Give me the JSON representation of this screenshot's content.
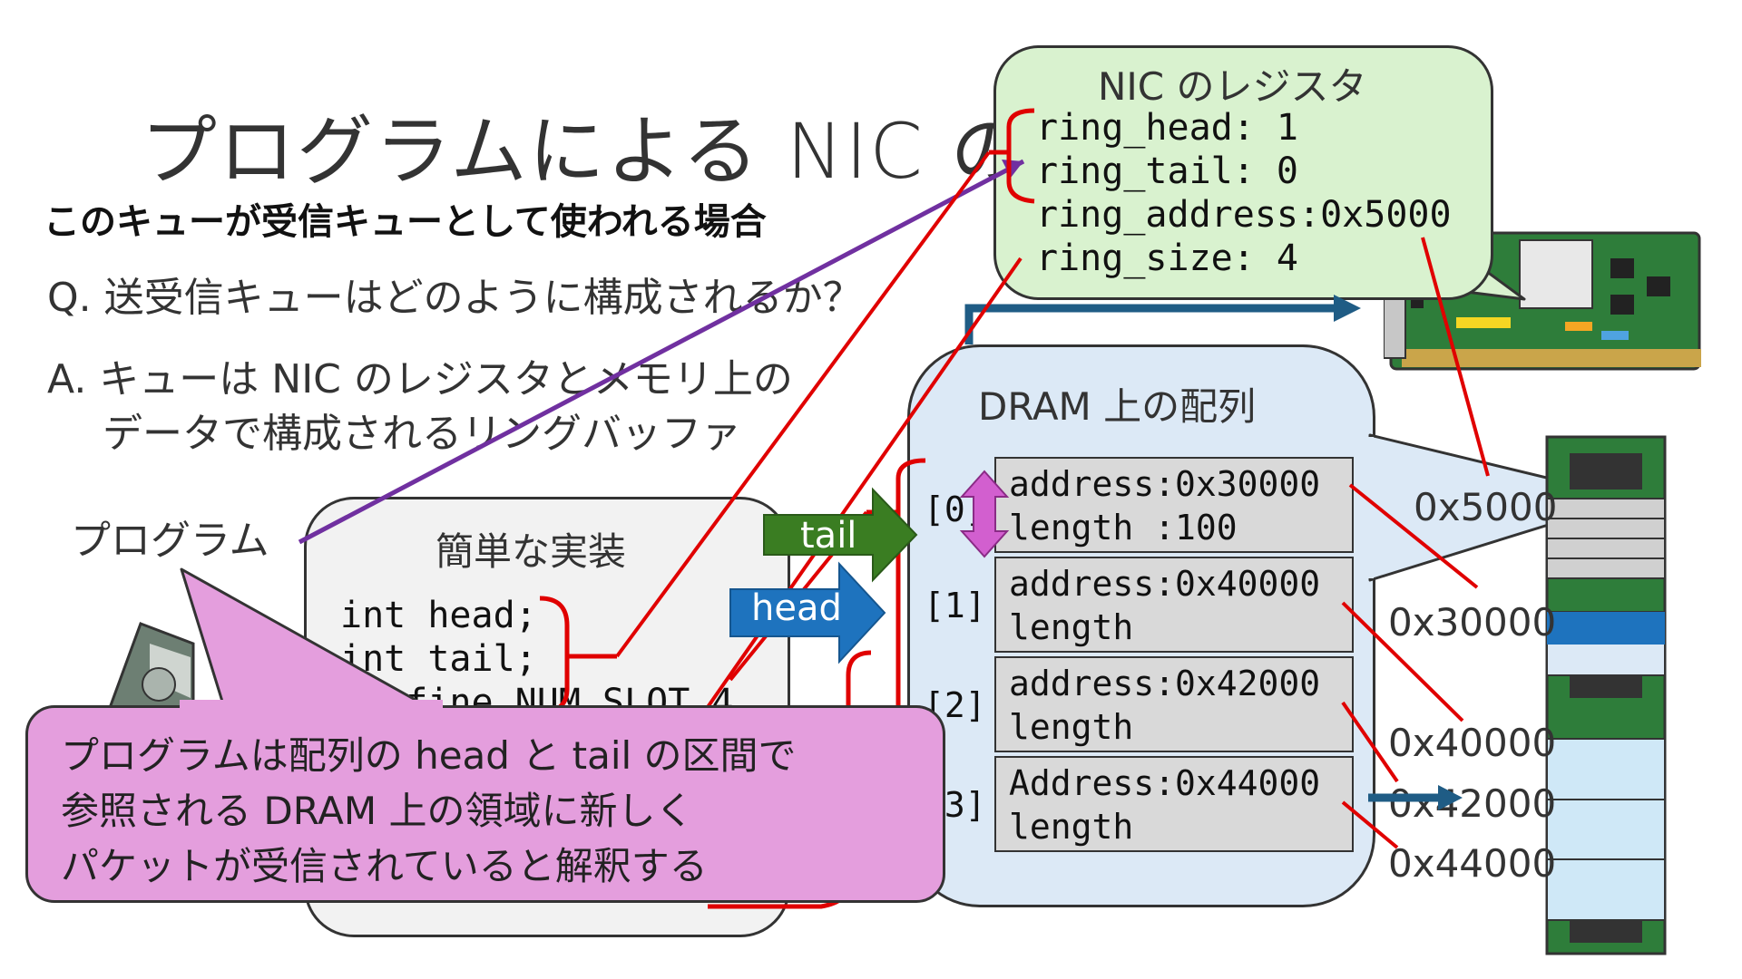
{
  "slide": {
    "title": "プログラムによる NIC の",
    "subtitle": "このキューが受信キューとして使われる場合",
    "question": "Q. 送受信キューはどのように構成されるか？",
    "answer_line1": "A. キューは NIC のレジスタとメモリ上の",
    "answer_line2": "データで構成されるリングバッファ",
    "program_label": "プログラム"
  },
  "code_box": {
    "title": "簡単な実装",
    "line1": "int head;",
    "line2": "int tail;",
    "line3": "#define NUM_SLOT 4"
  },
  "nic_box": {
    "title": "NIC のレジスタ",
    "registers": [
      "ring_head: 1",
      "ring_tail: 0",
      "ring_address:0x5000",
      "ring_size: 4"
    ]
  },
  "dram_box": {
    "title": "DRAM 上の配列",
    "slots": [
      {
        "index": "[0]",
        "line1": "address:0x30000",
        "line2": "length :100"
      },
      {
        "index": "[1]",
        "line1": "address:0x40000",
        "line2": "length"
      },
      {
        "index": "[2]",
        "line1": "address:0x42000",
        "line2": "length"
      },
      {
        "index": "[3]",
        "line1": "Address:0x44000",
        "line2": "length"
      }
    ]
  },
  "pointers": {
    "tail": "tail",
    "head": "head"
  },
  "memory_addresses": [
    "0x5000",
    "0x30000",
    "0x40000",
    "0x42000",
    "0x44000"
  ],
  "callout": {
    "line1": "プログラムは配列の head と tail の区間で",
    "line2": "参照される DRAM 上の領域に新しく",
    "line3": "パケットが受信されていると解釈する"
  },
  "colors": {
    "red_line": "#e00000",
    "purple_line": "#7030a0",
    "tail_arrow": "#3a7d22",
    "head_arrow": "#1e73be",
    "pink": "#e49edd",
    "nic_bg": "#d9f2cf",
    "dram_bg": "#dce9f6",
    "connector_blue": "#1f5c85"
  },
  "icons": [
    "nic-card-image",
    "memory-module-image",
    "hdd-image"
  ]
}
